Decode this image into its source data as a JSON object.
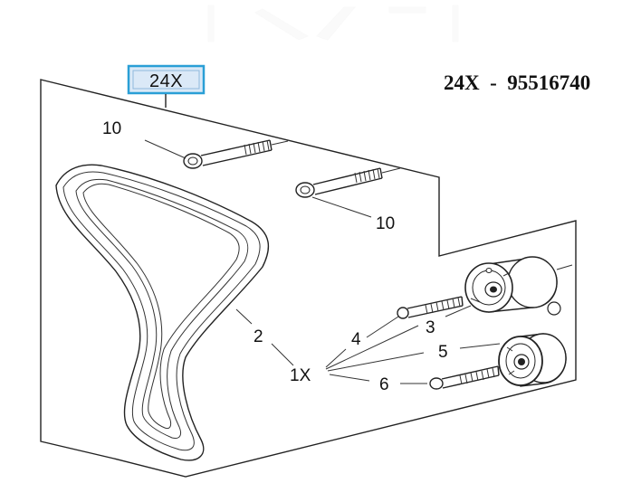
{
  "header": {
    "kit_label": "24X",
    "part_number_line": "24X  -  95516740"
  },
  "callouts": {
    "bolt_top": "10",
    "bolt_mid": "10",
    "belt": "2",
    "tensioner": "3",
    "bolt_tensioner": "4",
    "idler": "5",
    "bolt_idler": "6",
    "group": "1X"
  },
  "colors": {
    "kit_box_fill": "#dbe9f7",
    "kit_box_border": "#2a9fd6",
    "ink": "#222222"
  }
}
